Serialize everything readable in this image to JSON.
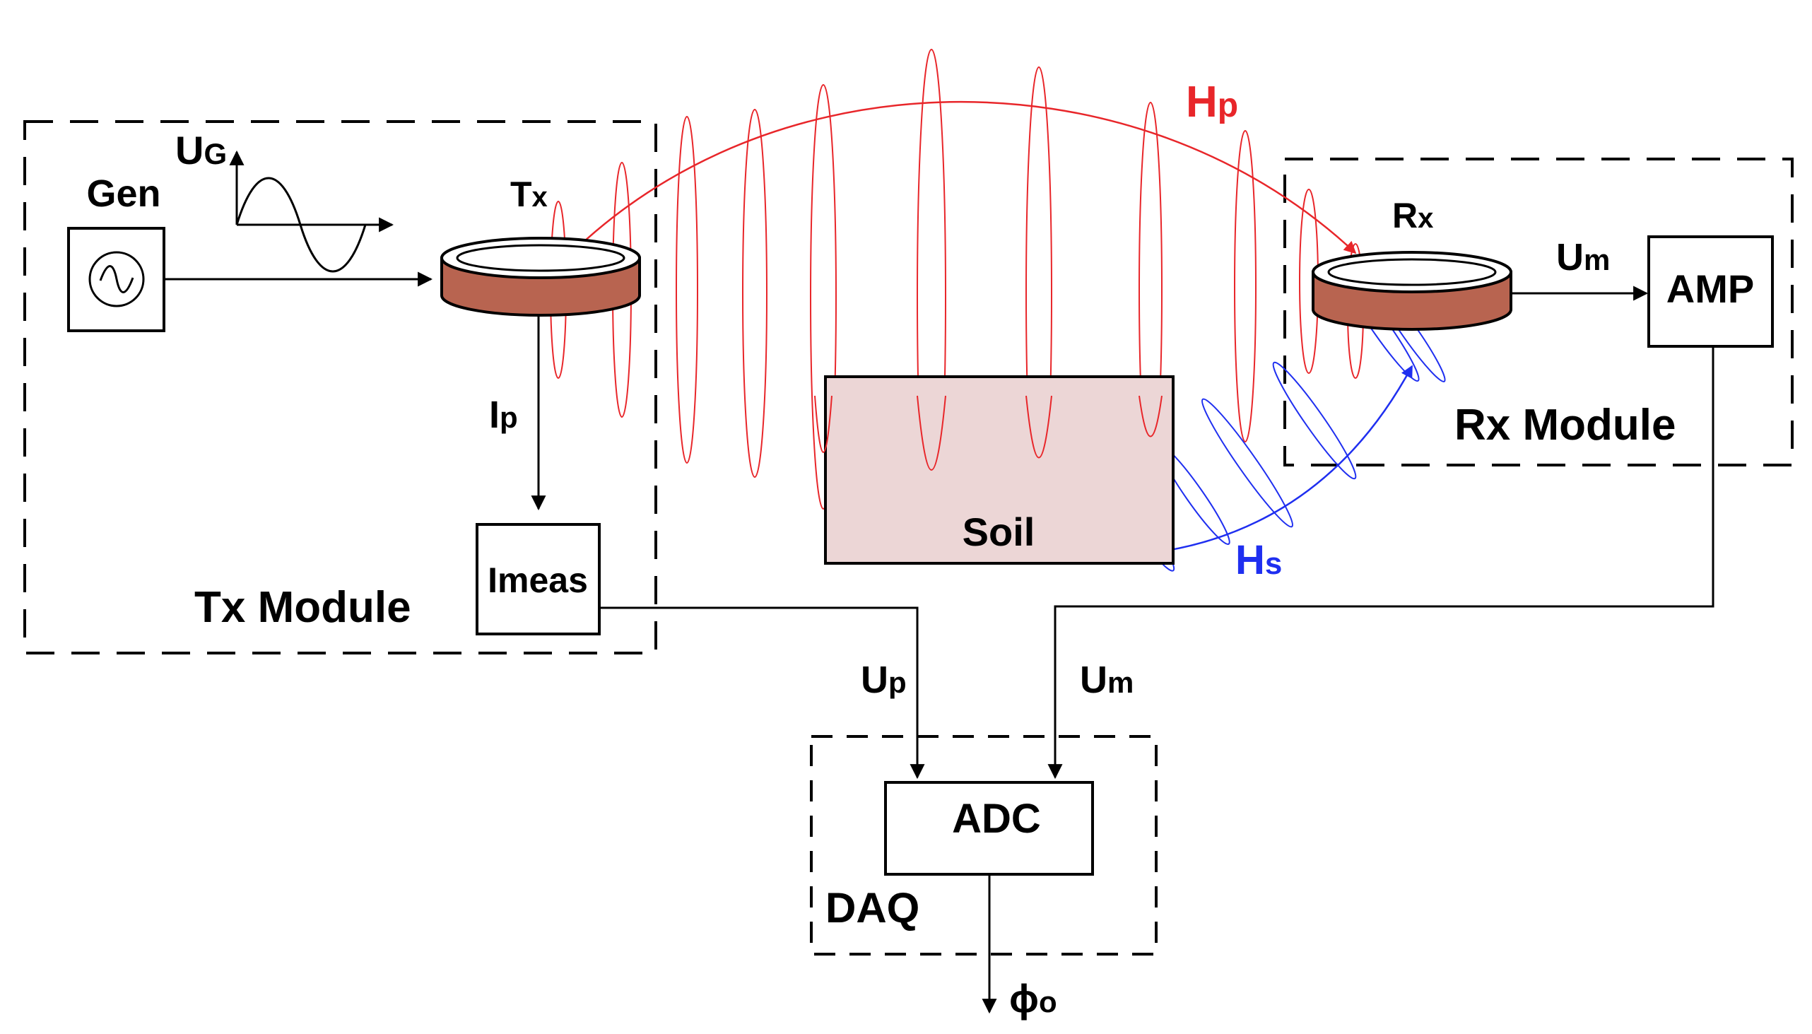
{
  "labels": {
    "gen": "Gen",
    "ug_main": "U",
    "ug_sub": "G",
    "tx_main": "T",
    "tx_sub": "x",
    "ip_main": "I",
    "ip_sub": "p",
    "imeas": "Imeas",
    "tx_module": "Tx Module",
    "hp_main": "H",
    "hp_sub": "p",
    "rx_main": "R",
    "rx_sub": "x",
    "um_rx_main": "U",
    "um_rx_sub": "m",
    "amp": "AMP",
    "rx_module": "Rx Module",
    "soil": "Soil",
    "hs_main": "H",
    "hs_sub": "s",
    "up_main": "U",
    "up_sub": "p",
    "um_daq_main": "U",
    "um_daq_sub": "m",
    "adc": "ADC",
    "daq": "DAQ",
    "phi_main": "ϕ",
    "phi_sub": "o"
  },
  "colors": {
    "primary_field": "#e8262a",
    "secondary_field": "#1f2ff0",
    "coil_body": "#b86450",
    "soil_fill": "#ecd6d6",
    "line": "#000000"
  }
}
